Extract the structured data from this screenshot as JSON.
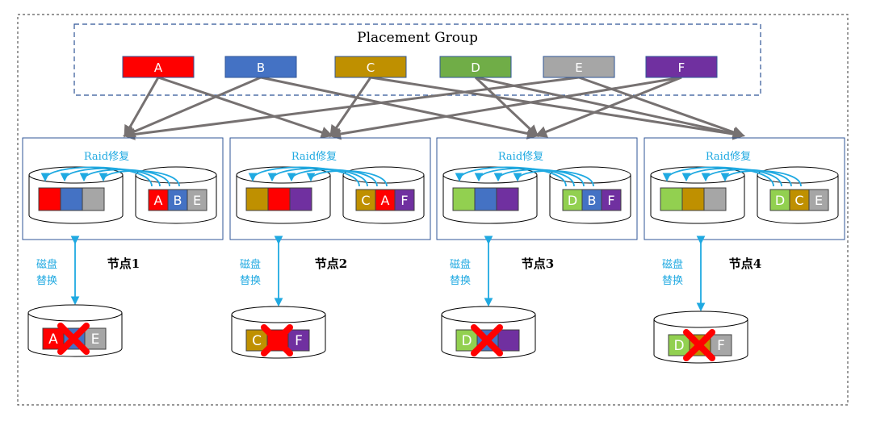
{
  "title": "Placement Group",
  "colors": {
    "A": "#ff0000",
    "B": "#4472c4",
    "C": "#bf9000",
    "D": "#70ad47",
    "E": "#a6a6a6",
    "F": "#7030a0",
    "green_light": "#92d050",
    "accent_blue": "#1fa9e1",
    "arrow_gray": "#767171",
    "border_blue": "#2f5597",
    "cross_red": "#ff0000"
  },
  "groups": [
    {
      "label": "A",
      "color": "A"
    },
    {
      "label": "B",
      "color": "B"
    },
    {
      "label": "C",
      "color": "C"
    },
    {
      "label": "D",
      "color": "D"
    },
    {
      "label": "E",
      "color": "E"
    },
    {
      "label": "F",
      "color": "F"
    }
  ],
  "nodes": [
    {
      "raid_label": "Raid修复",
      "node_label": "节点1",
      "replace_label": [
        "磁盘",
        "替换"
      ],
      "left_disk": [
        {
          "label": "",
          "color": "A"
        },
        {
          "label": "",
          "color": "B"
        },
        {
          "label": "",
          "color": "E"
        }
      ],
      "right_disk": [
        {
          "label": "A",
          "color": "A"
        },
        {
          "label": "B",
          "color": "B"
        },
        {
          "label": "E",
          "color": "E"
        }
      ],
      "failed_disk": [
        {
          "label": "A",
          "color": "A"
        },
        {
          "label": "",
          "color": "B"
        },
        {
          "label": "E",
          "color": "E"
        }
      ]
    },
    {
      "raid_label": "Raid修复",
      "node_label": "节点2",
      "replace_label": [
        "磁盘",
        "替换"
      ],
      "left_disk": [
        {
          "label": "",
          "color": "C"
        },
        {
          "label": "",
          "color": "A"
        },
        {
          "label": "",
          "color": "F"
        }
      ],
      "right_disk": [
        {
          "label": "C",
          "color": "C"
        },
        {
          "label": "A",
          "color": "A"
        },
        {
          "label": "F",
          "color": "F"
        }
      ],
      "failed_disk": [
        {
          "label": "C",
          "color": "C"
        },
        {
          "label": "",
          "color": "A"
        },
        {
          "label": "F",
          "color": "F"
        }
      ]
    },
    {
      "raid_label": "Raid修复",
      "node_label": "节点3",
      "replace_label": [
        "磁盘",
        "替换"
      ],
      "left_disk": [
        {
          "label": "",
          "color": "green_light"
        },
        {
          "label": "",
          "color": "B"
        },
        {
          "label": "",
          "color": "F"
        }
      ],
      "right_disk": [
        {
          "label": "D",
          "color": "green_light"
        },
        {
          "label": "B",
          "color": "B"
        },
        {
          "label": "F",
          "color": "F"
        }
      ],
      "failed_disk": [
        {
          "label": "D",
          "color": "green_light"
        },
        {
          "label": "",
          "color": "B"
        },
        {
          "label": "",
          "color": "F"
        }
      ]
    },
    {
      "raid_label": "Raid修复",
      "node_label": "节点4",
      "replace_label": [
        "磁盘",
        "替换"
      ],
      "left_disk": [
        {
          "label": "",
          "color": "green_light"
        },
        {
          "label": "",
          "color": "C"
        },
        {
          "label": "",
          "color": "E"
        }
      ],
      "right_disk": [
        {
          "label": "D",
          "color": "green_light"
        },
        {
          "label": "C",
          "color": "C"
        },
        {
          "label": "E",
          "color": "E"
        }
      ],
      "failed_disk": [
        {
          "label": "D",
          "color": "green_light"
        },
        {
          "label": "",
          "color": "C"
        },
        {
          "label": "F",
          "color": "E"
        }
      ]
    }
  ]
}
